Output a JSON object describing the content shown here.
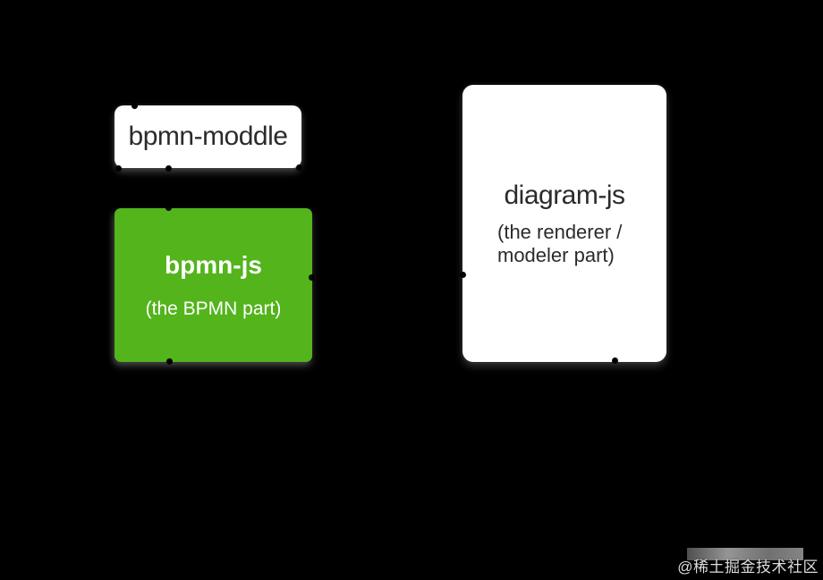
{
  "canvas": {
    "background_color": "#000000"
  },
  "diagram": {
    "nodes": [
      {
        "id": "bpmn-moddle",
        "label": "bpmn-moddle",
        "fill_color": "#ffffff",
        "text_color": "#2b2b2b"
      },
      {
        "id": "bpmn-js",
        "label": "bpmn-js",
        "sublabel": "(the BPMN part)",
        "fill_color": "#53b41c",
        "text_color": "#ffffff"
      },
      {
        "id": "diagram-js",
        "label": "diagram-js",
        "sublabel_line1": "(the renderer /",
        "sublabel_line2": "modeler part)",
        "fill_color": "#ffffff",
        "text_color": "#2b2b2b"
      }
    ],
    "connection_anchor_color": "#000000"
  },
  "watermark": {
    "text": "@稀土掘金技术社区",
    "color": "#dddddd"
  }
}
